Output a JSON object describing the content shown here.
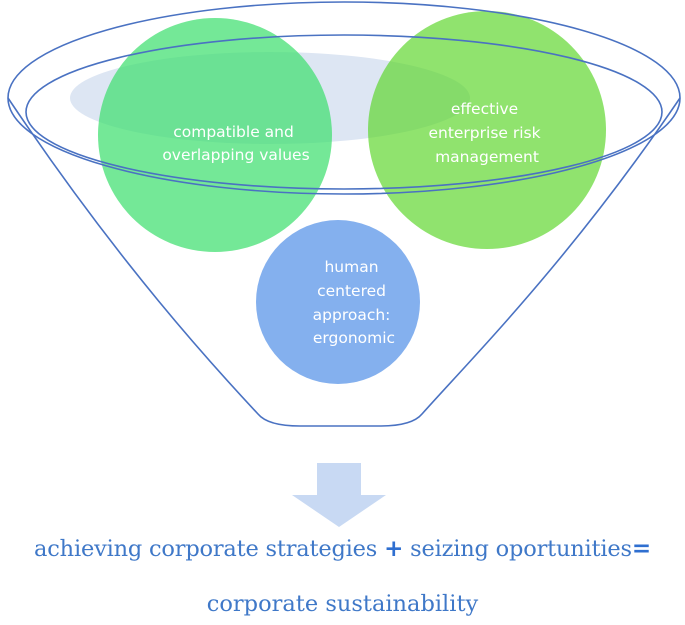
{
  "diagram": {
    "circles": [
      {
        "id": "values",
        "lines": [
          "compatible and",
          "overlapping values"
        ],
        "color": "#3fdf6f"
      },
      {
        "id": "risk",
        "lines": [
          "effective",
          "enterprise risk",
          "management"
        ],
        "color": "#5cd62a"
      },
      {
        "id": "ergonomic",
        "lines": [
          "human",
          "centered",
          "approach:",
          "ergonomic"
        ],
        "color": "#84b0ee"
      }
    ],
    "colors": {
      "funnel_outline": "#4a72c2",
      "arrow": "#c8d9f3",
      "funnel_fill": "#dde6f3",
      "caption": "#3f78c8"
    },
    "caption": {
      "part1": "achieving corporate strategies",
      "plus": "+",
      "part2": "seizing oportunities",
      "equals": "=",
      "line2": "corporate sustainability"
    }
  }
}
